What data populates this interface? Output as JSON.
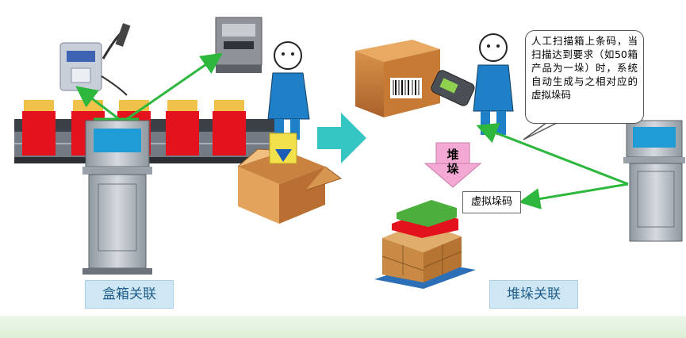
{
  "left_caption": "盒箱关联",
  "right_caption": "堆垛关联",
  "stack_arrow_text": "堆\n垛",
  "virtual_code_label": "虚拟垛码",
  "callout_text": "人工扫描箱上条码，当扫描达到要求（如50箱产品为一垛）时，系统自动生成与之相对应的虚拟垛码",
  "colors": {
    "arrow_green": "#2db83d",
    "product_red": "#e3121c",
    "product_cap": "#f0c24a",
    "transfer_arrow": "#35c6c4",
    "stack_arrow": "#f4a9d4",
    "person_blue": "#1f7fc7",
    "caption_bg": "#cfe6f4"
  },
  "icons": [
    "inkjet-printer-icon",
    "label-printer-icon",
    "worker-icon",
    "terminal-kiosk-icon",
    "open-box-icon",
    "carton-icon",
    "barcode-scanner-icon",
    "pallet-stack-icon"
  ]
}
